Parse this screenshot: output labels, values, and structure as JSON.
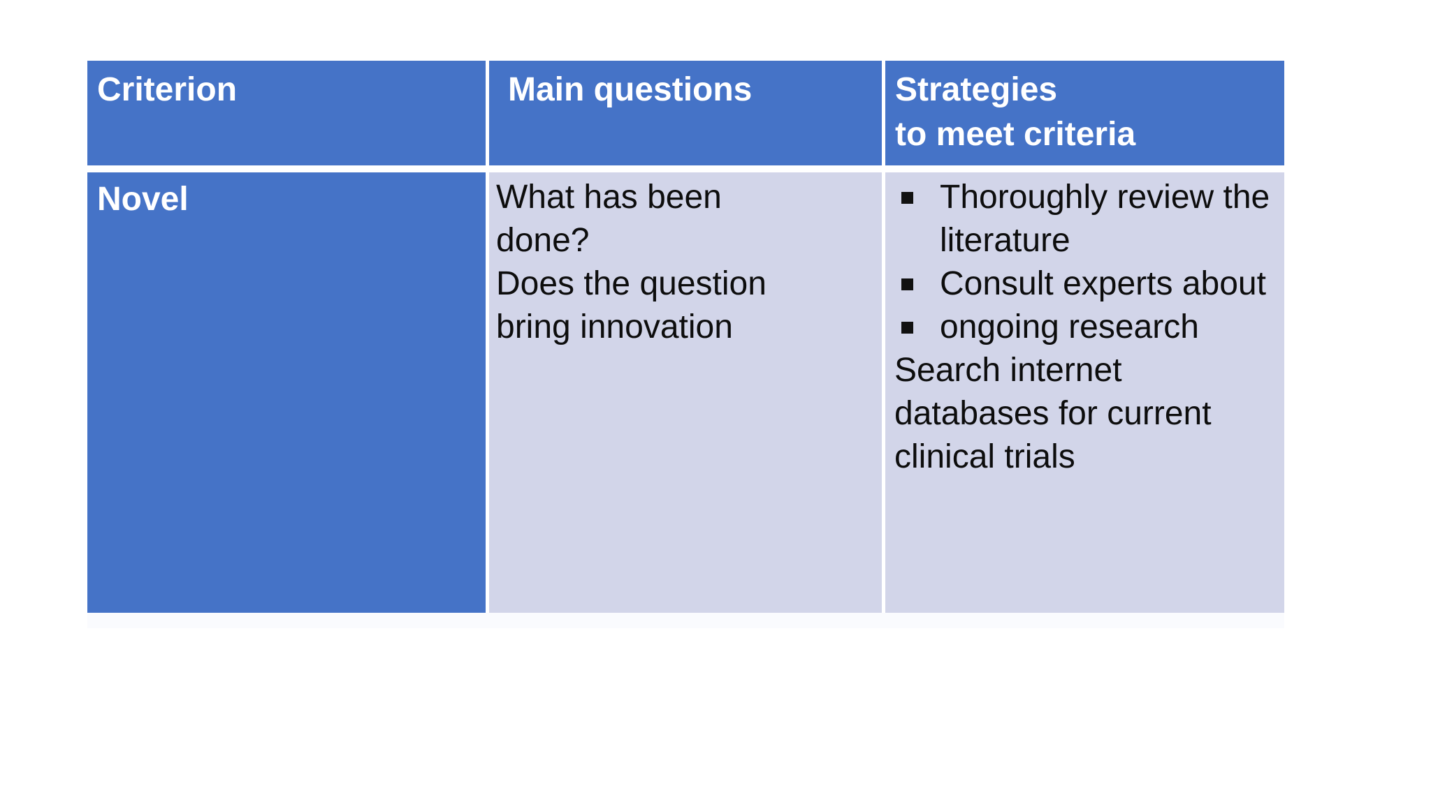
{
  "slide": {
    "background": "#ffffff"
  },
  "colors": {
    "header_blue": "#4573C7",
    "row_blue": "#4573C7",
    "cell_light": "#D2D5E9",
    "header_text": "#FFFFFF",
    "body_text": "#0D0D0D",
    "bullet": "#111111"
  },
  "table": {
    "headers": [
      {
        "label": "Criterion",
        "lines": [
          "Criterion"
        ]
      },
      {
        "label": "Main questions",
        "lines": [
          "Main questions"
        ]
      },
      {
        "label": "Strategies to meet criteria",
        "lines": [
          "Strategies",
          "to meet criteria"
        ]
      }
    ],
    "row": {
      "criterion": "Novel",
      "main_questions_lines": [
        "What has been",
        "done?",
        "Does the question",
        "bring innovation"
      ],
      "strategies": {
        "bullets": [
          {
            "lines": [
              "Thoroughly review the",
              "literature"
            ]
          },
          {
            "lines": [
              "Consult experts about"
            ]
          },
          {
            "lines": [
              "ongoing research"
            ]
          }
        ],
        "paragraph_lines": [
          "Search internet",
          "databases for current",
          "clinical trials"
        ]
      }
    }
  }
}
